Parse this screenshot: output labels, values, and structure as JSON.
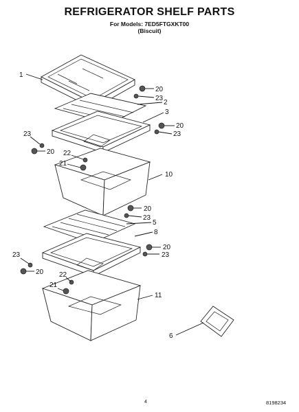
{
  "header": {
    "title": "REFRIGERATOR SHELF PARTS",
    "models_line": "For Models: 7ED5FTGXKT00",
    "color_line": "(Biscuit)"
  },
  "callouts": {
    "c1": "1",
    "c2": "2",
    "c3": "3",
    "c5": "5",
    "c6": "6",
    "c8": "8",
    "c10": "10",
    "c11": "11",
    "c20a": "20",
    "c23a": "23",
    "c20b": "20",
    "c23b": "23",
    "c23c": "23",
    "c20c": "20",
    "c22a": "22",
    "c21a": "21",
    "c20d": "20",
    "c23d": "23",
    "c20e": "20",
    "c23e": "23",
    "c23f": "23",
    "c20f": "20",
    "c22b": "22",
    "c21b": "21"
  },
  "footer": {
    "page_number": "4",
    "doc_number": "8198234"
  }
}
